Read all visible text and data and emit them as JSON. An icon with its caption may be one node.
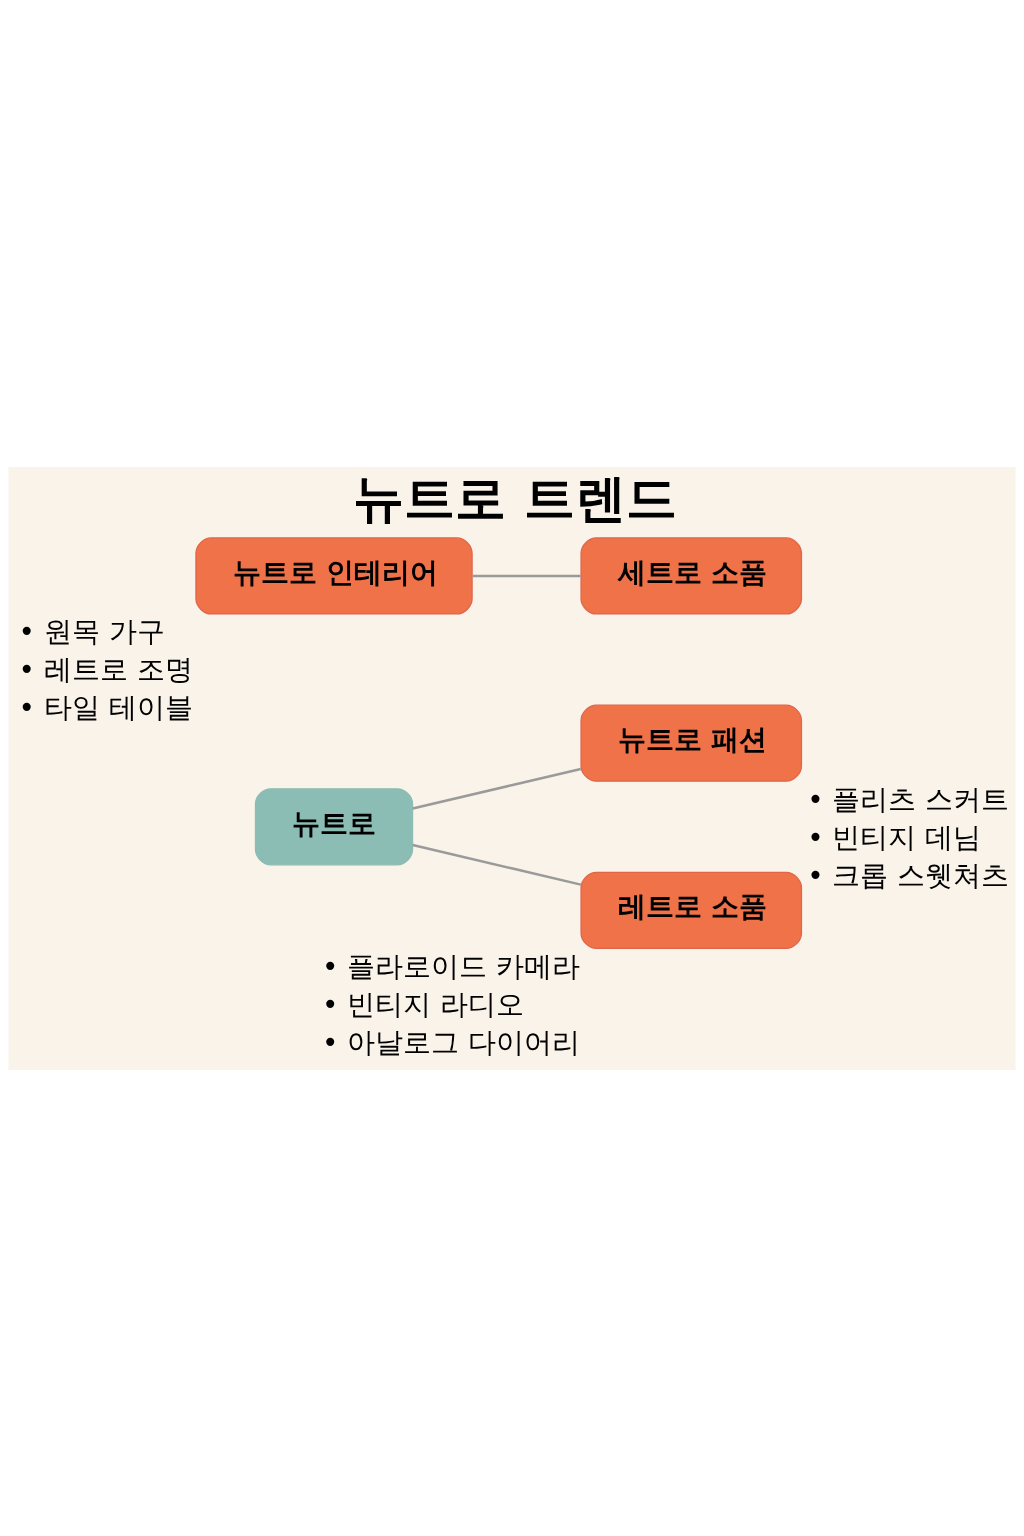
{
  "diagram": {
    "title": "뉴트로 트렌드",
    "nodes": [
      {
        "text": [
          "뉴트로"
        ]
      },
      {
        "text": [
          "뉴트로 패션"
        ],
        "beside": [
          "• 플리츠 스커트",
          "• 빈티지 데님",
          "• 크롭 스웻쳐츠"
        ]
      },
      {
        "text": [
          "레트로 소품"
        ],
        "beside": [
          "• 플라로이드 카메라",
          "• 빈티지 라디오",
          "• 아날로그 다이어리"
        ]
      },
      {
        "text": [
          "뉴트로 인테리어"
        ],
        "beside": [
          "• 원목 가구",
          "• 레트로 조명",
          "• 타일 테이블"
        ]
      },
      {
        "text": [
          "세트로 소품"
        ]
      }
    ],
    "edges": [
      {
        "from": 0,
        "to": 1,
        "arrow": "none"
      },
      {
        "from": 0,
        "to": 2,
        "arrow": "none"
      },
      {
        "from": 3,
        "to": 4,
        "arrow": "none"
      }
    ]
  }
}
